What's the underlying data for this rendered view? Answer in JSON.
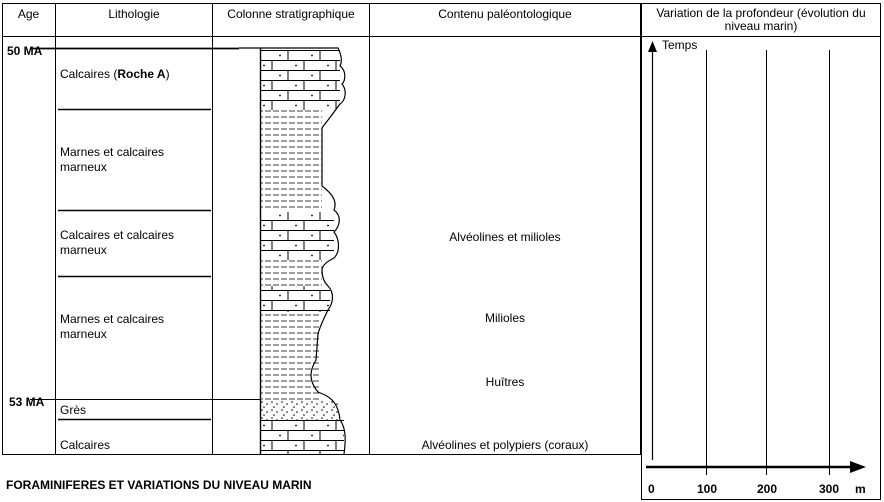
{
  "headers": {
    "age": "Age",
    "lithologie": "Lithologie",
    "colonne": "Colonne stratigraphique",
    "contenu": "Contenu paléontologique",
    "variation": "Variation de la profondeur (évolution du niveau marin)"
  },
  "ages": {
    "top": "50 MA",
    "bottom": "53 MA"
  },
  "lithology": [
    {
      "text": "Calcaires  (",
      "bold": "Roche A",
      "suffix": ")"
    },
    {
      "text": "Marnes et calcaires marneux"
    },
    {
      "text": "Calcaires et calcaires marneux"
    },
    {
      "text": "Marnes et calcaires marneux"
    },
    {
      "text": "Grès"
    },
    {
      "text": "Calcaires"
    }
  ],
  "fossils": [
    "Alvéolines et milioles",
    "Milioles",
    "Huîtres",
    "Alvéolines et polypiers (coraux)"
  ],
  "graph": {
    "y_label": "Temps",
    "x_ticks": [
      "0",
      "100",
      "200",
      "300"
    ],
    "x_unit": "m"
  },
  "caption": "FORAMINIFERES ET VARIATIONS DU NIVEAU MARIN"
}
